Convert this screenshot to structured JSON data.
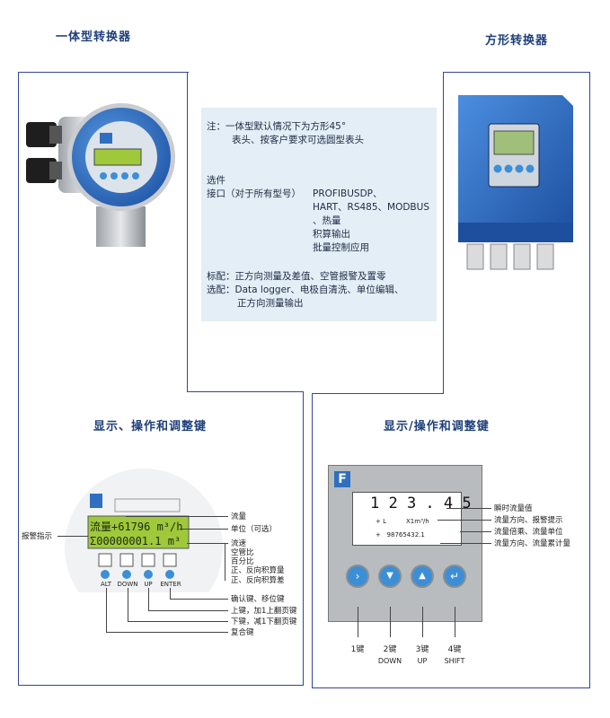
{
  "titles": {
    "integrated": "一体型转换器",
    "square": "方形转换器",
    "display_left": "显示、操作和调整键",
    "display_right": "显示/操作和调整键"
  },
  "notes": {
    "note_line1": "注：一体型默认情况下为方形45°",
    "note_line2": "表头、按客户要求可选圆型表头",
    "options_title": "选件",
    "interface_label": "接口（对于所有型号）",
    "interface_1": "PROFIBUSDP、",
    "interface_2": "HART、RS485、MODBUS",
    "interface_3": "、热量",
    "interface_4": "积算输出",
    "interface_5": "批量控制应用",
    "standard": "标配：正方向测量及差值、空管报警及置零",
    "optional": "选配：Data logger、电极自清洗、单位编辑、",
    "optional_2": "正方向测量输出"
  },
  "round_display": {
    "lcd_row1": "流量+61796 m³/h",
    "lcd_row2": "Σ00000001.1 m³",
    "keys": [
      "ALT",
      "DOWN",
      "UP",
      "ENTER"
    ],
    "labels": {
      "alarm": "报警指示",
      "flow": "流量",
      "unit": "单位（可选）",
      "velocity": "流速",
      "empty": "空管比",
      "percent": "百分比",
      "forward_reverse": "正、反向积算量",
      "forward_reverse_diff": "正、反向积算差",
      "confirm": "确认键、移位键",
      "up_key": "上键，加1上翻页键",
      "down_key": "下键，减1下翻页键",
      "combo": "复合键"
    }
  },
  "square_display": {
    "reading": "1 2 3 . 4 5",
    "row2_left": "+ L",
    "row2_right": "X1m³/h",
    "row3": "+   98765432.1",
    "labels": {
      "instant": "瞬时流量值",
      "direction_alarm": "流量方向、报警提示",
      "multiplier_unit": "流量倍乘、流量单位",
      "direction_total": "流量方向、流量累计量"
    },
    "keys": [
      {
        "num": "1键",
        "name": ""
      },
      {
        "num": "2键",
        "name": "DOWN"
      },
      {
        "num": "3键",
        "name": "UP"
      },
      {
        "num": "4键",
        "name": "SHIFT"
      }
    ]
  },
  "colors": {
    "frame": "#34449a",
    "note_bg": "#e3eef6",
    "device_blue": "#2f6fc0",
    "lcd_green": "#9fc93a",
    "key_blue": "#3c8fd6"
  }
}
